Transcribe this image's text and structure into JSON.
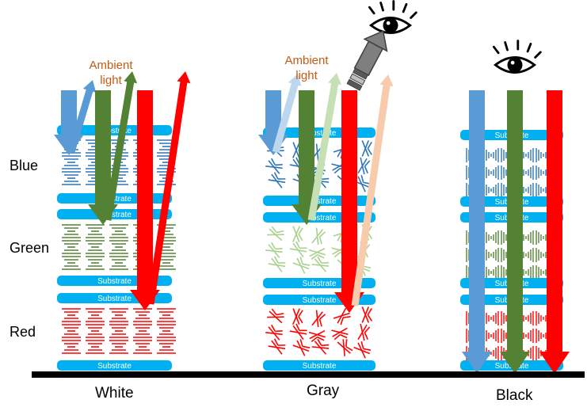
{
  "row_labels": {
    "blue": "Blue",
    "green": "Green",
    "red": "Red"
  },
  "column_labels": {
    "white": "White",
    "gray": "Gray",
    "black": "Black"
  },
  "substrate_label": "Substrate",
  "ambient_label": {
    "line1": "Ambient",
    "line2": "light"
  },
  "colors": {
    "blue_layer": "#2e75b6",
    "green_layer": "#548235",
    "light_green_layer": "#a9d18e",
    "red_layer": "#ff0000",
    "substrate": "#00b0f0",
    "ambient_text": "#c55a11",
    "arrow_blue": "#5b9bd5",
    "arrow_green": "#548235",
    "arrow_red": "#ff0000",
    "arrow_light_blue": "#bdd7ee",
    "arrow_light_green": "#c5e0b4",
    "arrow_peach": "#f8cbad",
    "base_line": "#000000"
  },
  "icons": [
    "eye-icon",
    "flashlight-icon"
  ]
}
